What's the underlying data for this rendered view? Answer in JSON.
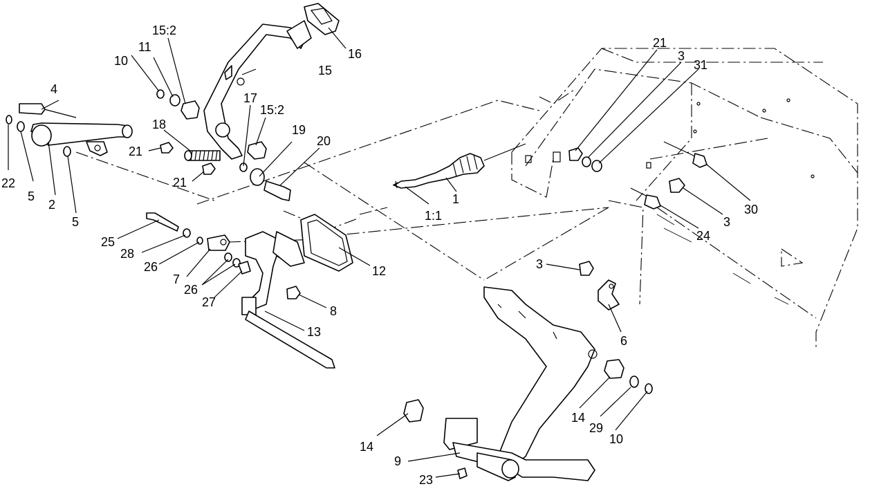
{
  "callouts": [
    {
      "id": "c-1",
      "label": "1"
    },
    {
      "id": "c-1-1",
      "label": "1:1"
    },
    {
      "id": "c-2",
      "label": "2"
    },
    {
      "id": "c-3a",
      "label": "3"
    },
    {
      "id": "c-3b",
      "label": "3"
    },
    {
      "id": "c-3c",
      "label": "3"
    },
    {
      "id": "c-4",
      "label": "4"
    },
    {
      "id": "c-5a",
      "label": "5"
    },
    {
      "id": "c-5b",
      "label": "5"
    },
    {
      "id": "c-6",
      "label": "6"
    },
    {
      "id": "c-7",
      "label": "7"
    },
    {
      "id": "c-8",
      "label": "8"
    },
    {
      "id": "c-9",
      "label": "9"
    },
    {
      "id": "c-10a",
      "label": "10"
    },
    {
      "id": "c-10b",
      "label": "10"
    },
    {
      "id": "c-11",
      "label": "11"
    },
    {
      "id": "c-12",
      "label": "12"
    },
    {
      "id": "c-13",
      "label": "13"
    },
    {
      "id": "c-14a",
      "label": "14"
    },
    {
      "id": "c-14b",
      "label": "14"
    },
    {
      "id": "c-15",
      "label": "15"
    },
    {
      "id": "c-15-2a",
      "label": "15:2"
    },
    {
      "id": "c-15-2b",
      "label": "15:2"
    },
    {
      "id": "c-16",
      "label": "16"
    },
    {
      "id": "c-17",
      "label": "17"
    },
    {
      "id": "c-18",
      "label": "18"
    },
    {
      "id": "c-19",
      "label": "19"
    },
    {
      "id": "c-20",
      "label": "20"
    },
    {
      "id": "c-21a",
      "label": "21"
    },
    {
      "id": "c-21b",
      "label": "21"
    },
    {
      "id": "c-21c",
      "label": "21"
    },
    {
      "id": "c-22",
      "label": "22"
    },
    {
      "id": "c-23",
      "label": "23"
    },
    {
      "id": "c-24",
      "label": "24"
    },
    {
      "id": "c-25",
      "label": "25"
    },
    {
      "id": "c-26a",
      "label": "26"
    },
    {
      "id": "c-26b",
      "label": "26"
    },
    {
      "id": "c-27",
      "label": "27"
    },
    {
      "id": "c-28",
      "label": "28"
    },
    {
      "id": "c-29",
      "label": "29"
    },
    {
      "id": "c-30",
      "label": "30"
    },
    {
      "id": "c-31",
      "label": "31"
    }
  ]
}
